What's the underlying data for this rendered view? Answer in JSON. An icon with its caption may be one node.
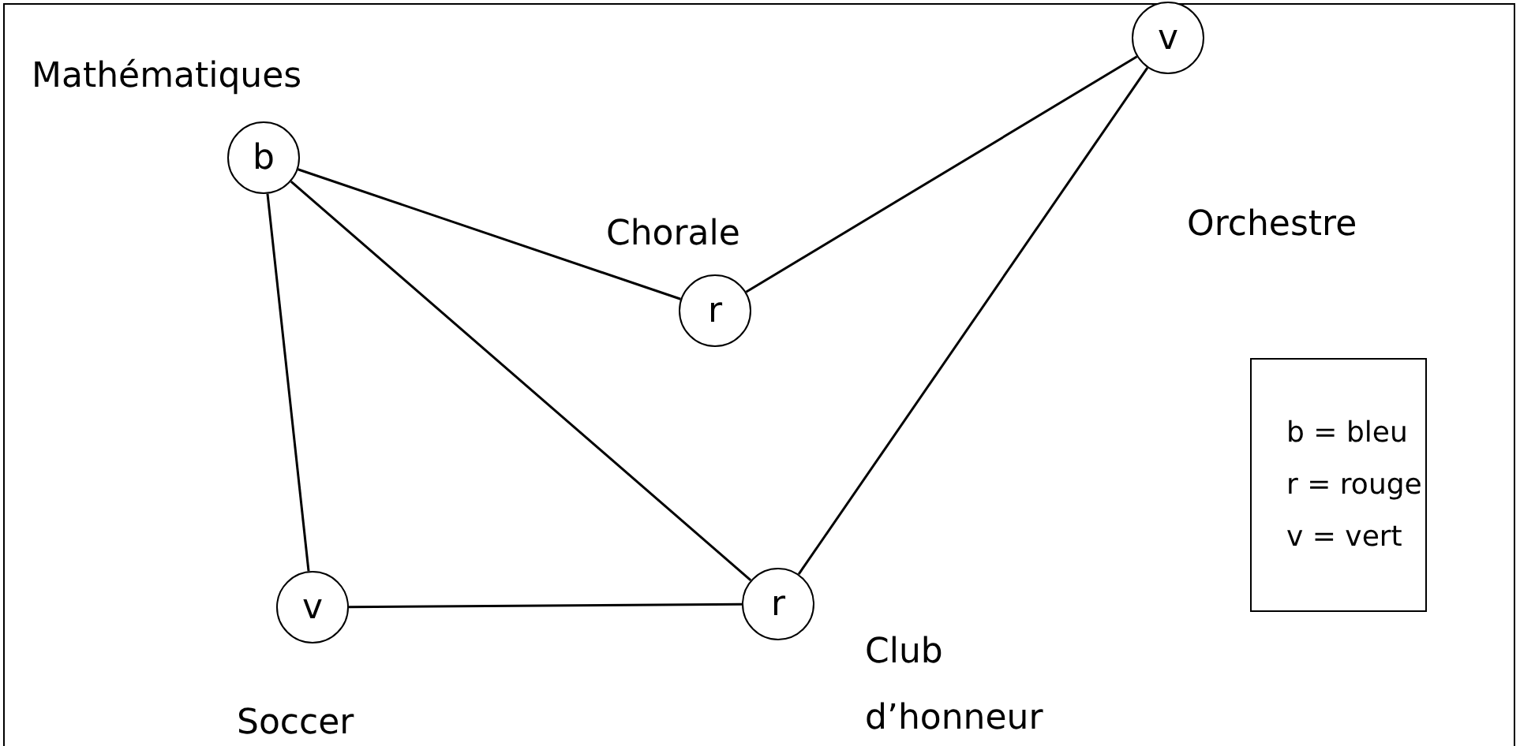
{
  "diagram": {
    "nodes": [
      {
        "text": [
          "b"
        ],
        "beside": [
          "Mathématiques"
        ]
      },
      {
        "text": [
          "r"
        ],
        "beside": [
          "Chorale"
        ]
      },
      {
        "text": [
          "v"
        ],
        "beside": [
          "Orchestre"
        ]
      },
      {
        "text": [
          "v"
        ],
        "beside": [
          "Soccer"
        ]
      },
      {
        "text": [
          "r"
        ],
        "beside": [
          "Club d’honneur"
        ]
      },
      {
        "text": [
          "b = bleu",
          "r = rouge",
          "v = vert"
        ]
      }
    ],
    "edges": [
      {
        "from": 0,
        "to": 1,
        "arrow": "none"
      },
      {
        "from": 1,
        "to": 2,
        "arrow": "none"
      },
      {
        "from": 0,
        "to": 3,
        "arrow": "none"
      },
      {
        "from": 0,
        "to": 4,
        "arrow": "none"
      },
      {
        "from": 3,
        "to": 4,
        "arrow": "none"
      },
      {
        "from": 4,
        "to": 2,
        "arrow": "none"
      }
    ]
  }
}
